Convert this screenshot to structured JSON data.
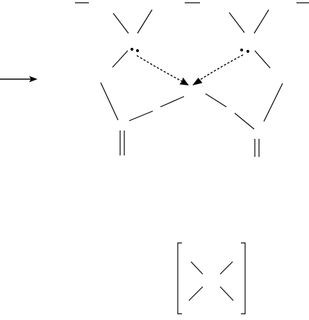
{
  "diagram": {
    "type": "reaction-mechanism",
    "elements": {
      "reaction_arrow": "reaction-arrow",
      "left_lone_pair": "lone-pair",
      "right_lone_pair": "lone-pair",
      "left_curly_arrow": "electron-push-arrow",
      "right_curly_arrow": "electron-push-arrow",
      "product_brackets": "square-brackets"
    }
  }
}
